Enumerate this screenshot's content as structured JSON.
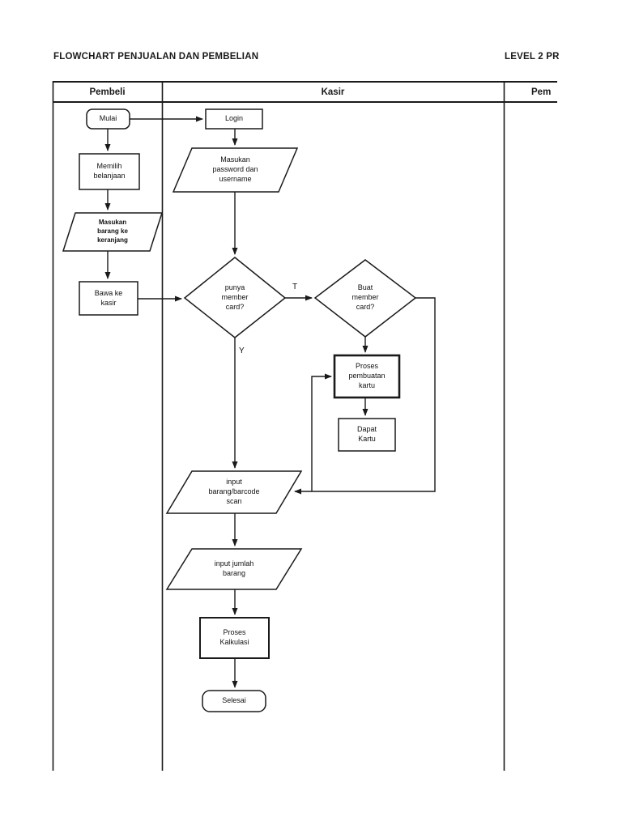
{
  "page": {
    "title": "FLOWCHART PENJUALAN DAN PEMBELIAN",
    "level_label": "LEVEL 2 PR"
  },
  "lanes": {
    "pembeli": "Pembeli",
    "kasir": "Kasir",
    "pemilik": "Pem"
  },
  "nodes": {
    "mulai": "Mulai",
    "login": "Login",
    "memilih": "Memilih\nbelanjaan",
    "masukan_barang": "Masukan\nbarang ke\nkeranjang",
    "bawa_ke_kasir": "Bawa ke\nkasir",
    "masukan_password": "Masukan\npassword dan\nusername",
    "punya_member": "punya\nmember\ncard?",
    "buat_member": "Buat\nmember\ncard?",
    "proses_pembuatan": "Proses\npembuatan\nkartu",
    "dapat_kartu": "Dapat\nKartu",
    "input_barcode": "input\nbarang/barcode\nscan",
    "input_jumlah": "input jumlah\nbarang",
    "proses_kalkulasi": "Proses\nKalkulasi",
    "selesai": "Selesai"
  },
  "branch_labels": {
    "tidak": "T",
    "ya": "Y"
  },
  "colors": {
    "ink": "#1a1a1a",
    "background": "#ffffff"
  }
}
